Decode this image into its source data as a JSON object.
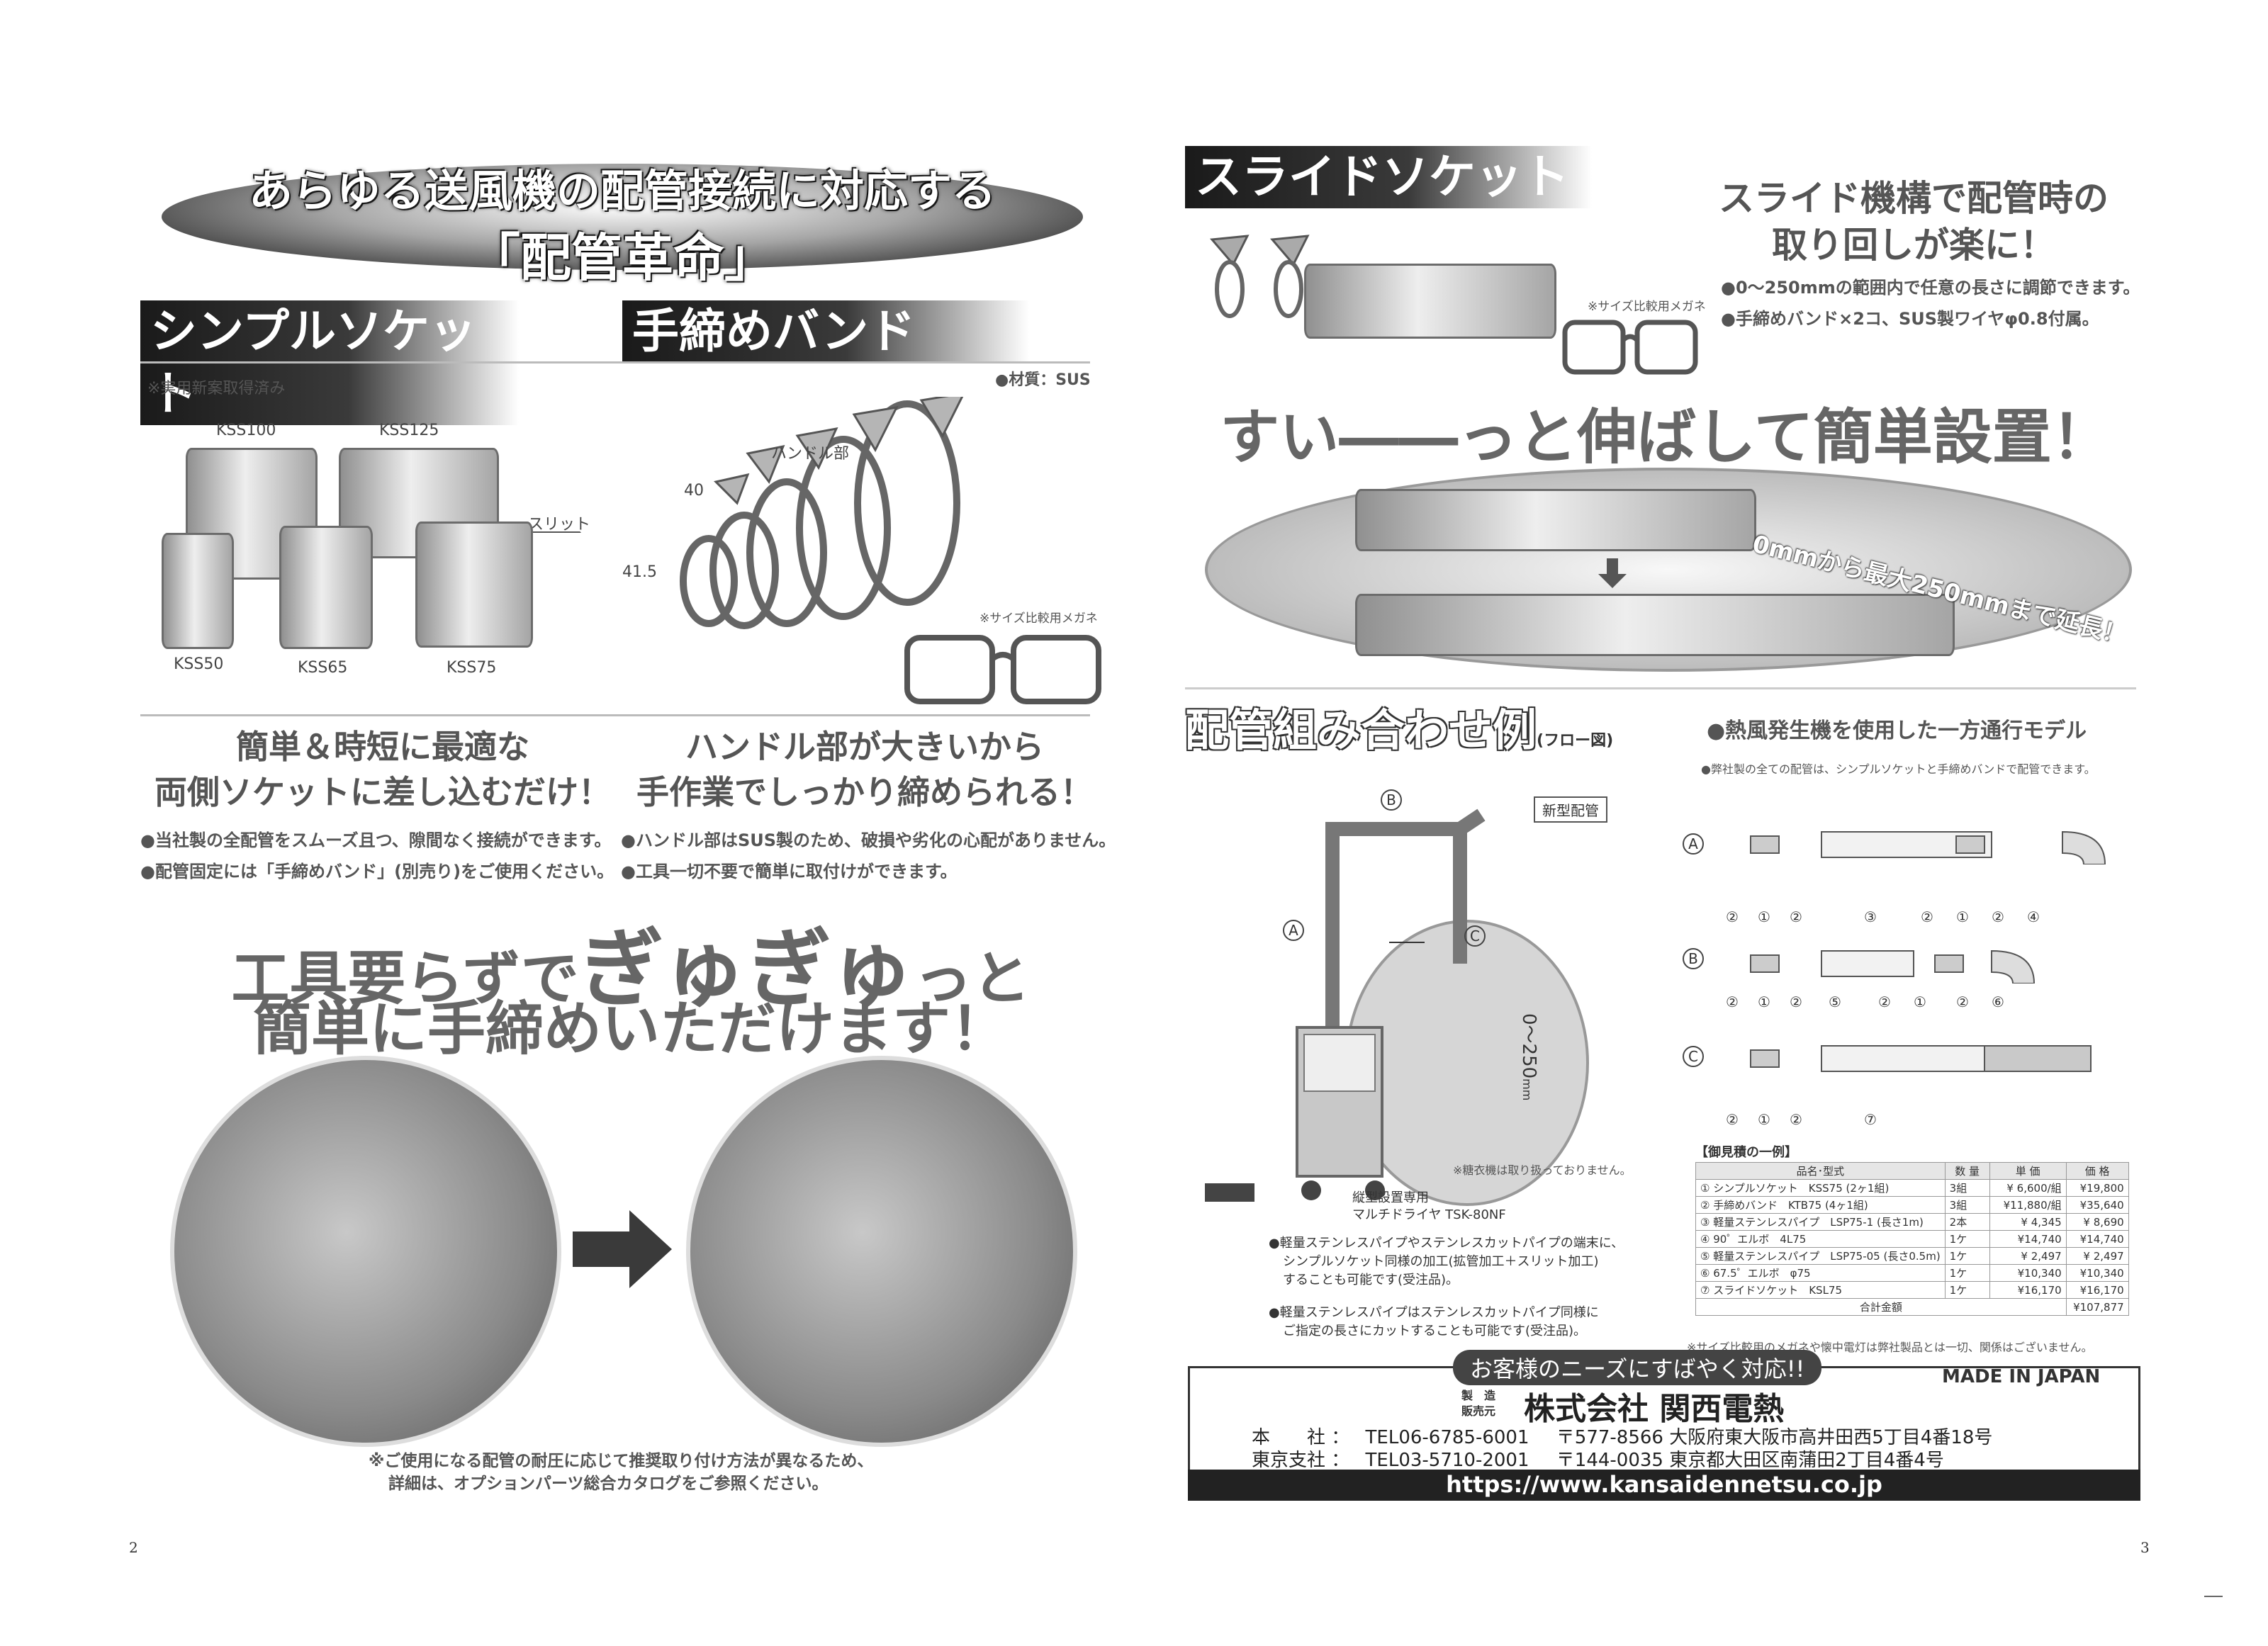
{
  "left": {
    "hero_banner": {
      "line1": "あらゆる送風機の配管接続に対応する",
      "line2": "「配管革命」"
    },
    "simple_socket": {
      "heading": "シンプルソケット",
      "patent_note": "※実用新案取得済み",
      "labels": {
        "kss100": "KSS100",
        "kss125": "KSS125",
        "slit": "スリット",
        "kss50": "KSS50",
        "kss65": "KSS65",
        "kss75": "KSS75"
      },
      "catch1": "簡単＆時短に最適な",
      "catch2": "両側ソケットに差し込むだけ！",
      "bullets": [
        "●当社製の全配管をスムーズ且つ、隙間なく接続ができます。",
        "●配管固定には「手締めバンド」(別売り)をご使用ください。"
      ]
    },
    "hand_band": {
      "heading": "手締めバンド",
      "material": "●材質：SUS",
      "labels": {
        "handle": "ハンドル部",
        "dim40": "40",
        "dim415": "41.5",
        "glasses": "※サイズ比較用メガネ"
      },
      "catch1": "ハンドル部が大きいから",
      "catch2": "手作業でしっかり締められる！",
      "bullets": [
        "●ハンドル部はSUS製のため、破損や劣化の心配がありません。",
        "●工具一切不要で簡単に取付けができます。"
      ]
    },
    "big_catch": {
      "line1_a": "工具要らずで",
      "line1_b": "ぎゅぎゅ",
      "line1_c": "っと",
      "line2": "簡単に手締めいただけます！"
    },
    "footnote1": "※ご使用になる配管の耐圧に応じて推奨取り付け方法が異なるため、",
    "footnote2": "詳細は、オプションパーツ総合カタログをご参照ください。",
    "page_number": "2"
  },
  "right": {
    "slide_socket": {
      "heading": "スライドソケット",
      "catch1": "スライド機構で配管時の",
      "catch2": "取り回しが楽に！",
      "bullets": [
        "●0～250mmの範囲内で任意の長さに調節できます。",
        "●手締めバンド×2コ、SUS製ワイヤφ0.8付属。"
      ],
      "glasses": "※サイズ比較用メガネ",
      "big_catch": "すい――っと伸ばして簡単設置！",
      "extend": "0mmから最大250mmまで延長！"
    },
    "piping_example": {
      "heading": "配管組み合わせ例",
      "heading_small": "(フロー図)",
      "model": "●熱風発生機を使用した一方通行モデル",
      "sub_note": "●弊社製の全ての配管は、シンプルソケットと手締めバンドで配管できます。",
      "new_pipe": "新型配管",
      "labels": {
        "a": "A",
        "b": "B",
        "c": "C",
        "range": "0～250",
        "unit": "mm"
      },
      "no_stand": "※糖衣機は取り扱っておりません。",
      "machine1": "縦型設置専用",
      "machine2": "マルチドライヤ TSK-80NF",
      "notes": [
        "●軽量ステンレスパイプやステンレスカットパイプの端末に、",
        "シンプルソケット同様の加工(拡管加工＋スリット加工)",
        "することも可能です(受注品)。",
        "●軽量ステンレスパイプはステンレスカットパイプ同様に",
        "ご指定の長さにカットすることも可能です(受注品)。"
      ],
      "rows": {
        "a": [
          "②",
          "①",
          "②",
          "③",
          "②",
          "①",
          "②",
          "④"
        ],
        "b": [
          "②",
          "①",
          "②",
          "⑤",
          "②",
          "①",
          "②",
          "⑥"
        ],
        "c": [
          "②",
          "①",
          "②",
          "⑦"
        ]
      }
    },
    "estimate": {
      "title": "【御見積の一例】",
      "headers": [
        "品名･型式",
        "数 量",
        "単 価",
        "価 格"
      ],
      "rows": [
        [
          "① シンプルソケット　KSS75 (2ヶ1組)",
          "3組",
          "¥ 6,600/組",
          "¥19,800"
        ],
        [
          "② 手締めバンド　KTB75 (4ヶ1組)",
          "3組",
          "¥11,880/組",
          "¥35,640"
        ],
        [
          "③ 軽量ステンレスパイプ　LSP75-1 (長さ1m)",
          "2本",
          "¥ 4,345",
          "¥ 8,690"
        ],
        [
          "④ 90゜エルボ　4L75",
          "1ケ",
          "¥14,740",
          "¥14,740"
        ],
        [
          "⑤ 軽量ステンレスパイプ　LSP75-05 (長さ0.5m)",
          "1ケ",
          "¥ 2,497",
          "¥ 2,497"
        ],
        [
          "⑥ 67.5゜エルボ　φ75",
          "1ケ",
          "¥10,340",
          "¥10,340"
        ],
        [
          "⑦ スライドソケット　KSL75",
          "1ケ",
          "¥16,170",
          "¥16,170"
        ]
      ],
      "total_label": "合計金額",
      "total": "¥107,877",
      "note": "※サイズ比較用のメガネや懐中電灯は弊社製品とは一切、関係はございません。"
    },
    "company": {
      "tagline": "お客様のニーズにすばやく対応!!",
      "made_in": "MADE IN JAPAN",
      "maker_label1": "製　造",
      "maker_label2": "販売元",
      "name": "株式会社 関西電熱",
      "hq_label": "本　　社 ：",
      "hq_tel": "TEL06-6785-6001",
      "hq_addr": "〒577-8566 大阪府東大阪市高井田西5丁目4番18号",
      "tokyo_label": "東京支社 ：",
      "tokyo_tel": "TEL03-5710-2001",
      "tokyo_addr": "〒144-0035 東京都大田区南蒲田2丁目4番4号",
      "url": "https://www.kansaidennetsu.co.jp"
    },
    "page_number": "3"
  },
  "colors": {
    "heading_band": "#1a1a1a",
    "text_gray": "#555555",
    "footer_bar": "#222222"
  }
}
